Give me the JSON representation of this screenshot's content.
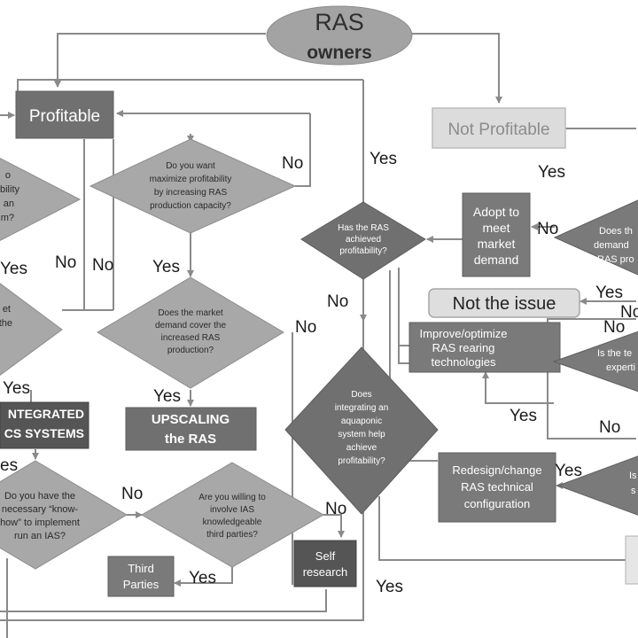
{
  "start": {
    "line1": "RAS",
    "line2": "owners"
  },
  "boxes": {
    "profitable": "Profitable",
    "not_profitable": "Not Profitable",
    "not_the_issue": "Not the issue",
    "adopt_market": [
      "Adopt to",
      "meet",
      "market",
      "demand"
    ],
    "improve_tech": [
      "Improve/optimize",
      "RAS rearing",
      "technologies"
    ],
    "redesign": [
      "Redesign/change",
      "RAS technical",
      "configuration"
    ],
    "upscaling": [
      "UPSCALING",
      "the RAS"
    ],
    "integrated": [
      "NTEGRATED",
      "CS SYSTEMS"
    ],
    "third_parties": [
      "Third",
      "Parties"
    ],
    "self_research": [
      "Self",
      "research"
    ]
  },
  "diamonds": {
    "maximize": [
      "Do you want",
      "maximize profitability",
      "by increasing RAS",
      "production capacity?"
    ],
    "market_cover": [
      "Does the market",
      "demand cover the",
      "increased RAS",
      "production?"
    ],
    "achieved": [
      "Has the RAS",
      "achieved",
      "profitability?"
    ],
    "aquaponic": [
      "Does",
      "integrating an",
      "aquaponic",
      "system help",
      "achieve",
      "profitability?"
    ],
    "knowhow": [
      "Do you have the",
      "necessary “know-",
      "how” to implement",
      "run an IAS?"
    ],
    "willing": [
      "Are you willing to",
      "involve IAS",
      "knowledgeable",
      "third parties?"
    ],
    "left_top": [
      "o",
      "itability",
      "an",
      "m?"
    ],
    "left_mid": [
      "et",
      "the"
    ],
    "right_market": [
      "Does th",
      "demand",
      "RAS pro"
    ],
    "right_expertise": [
      "Is the te",
      "experti"
    ],
    "right_bottom": [
      "Is",
      "s"
    ]
  },
  "labels": {
    "no": "No",
    "yes": "Yes",
    "yes_partial": "es"
  }
}
